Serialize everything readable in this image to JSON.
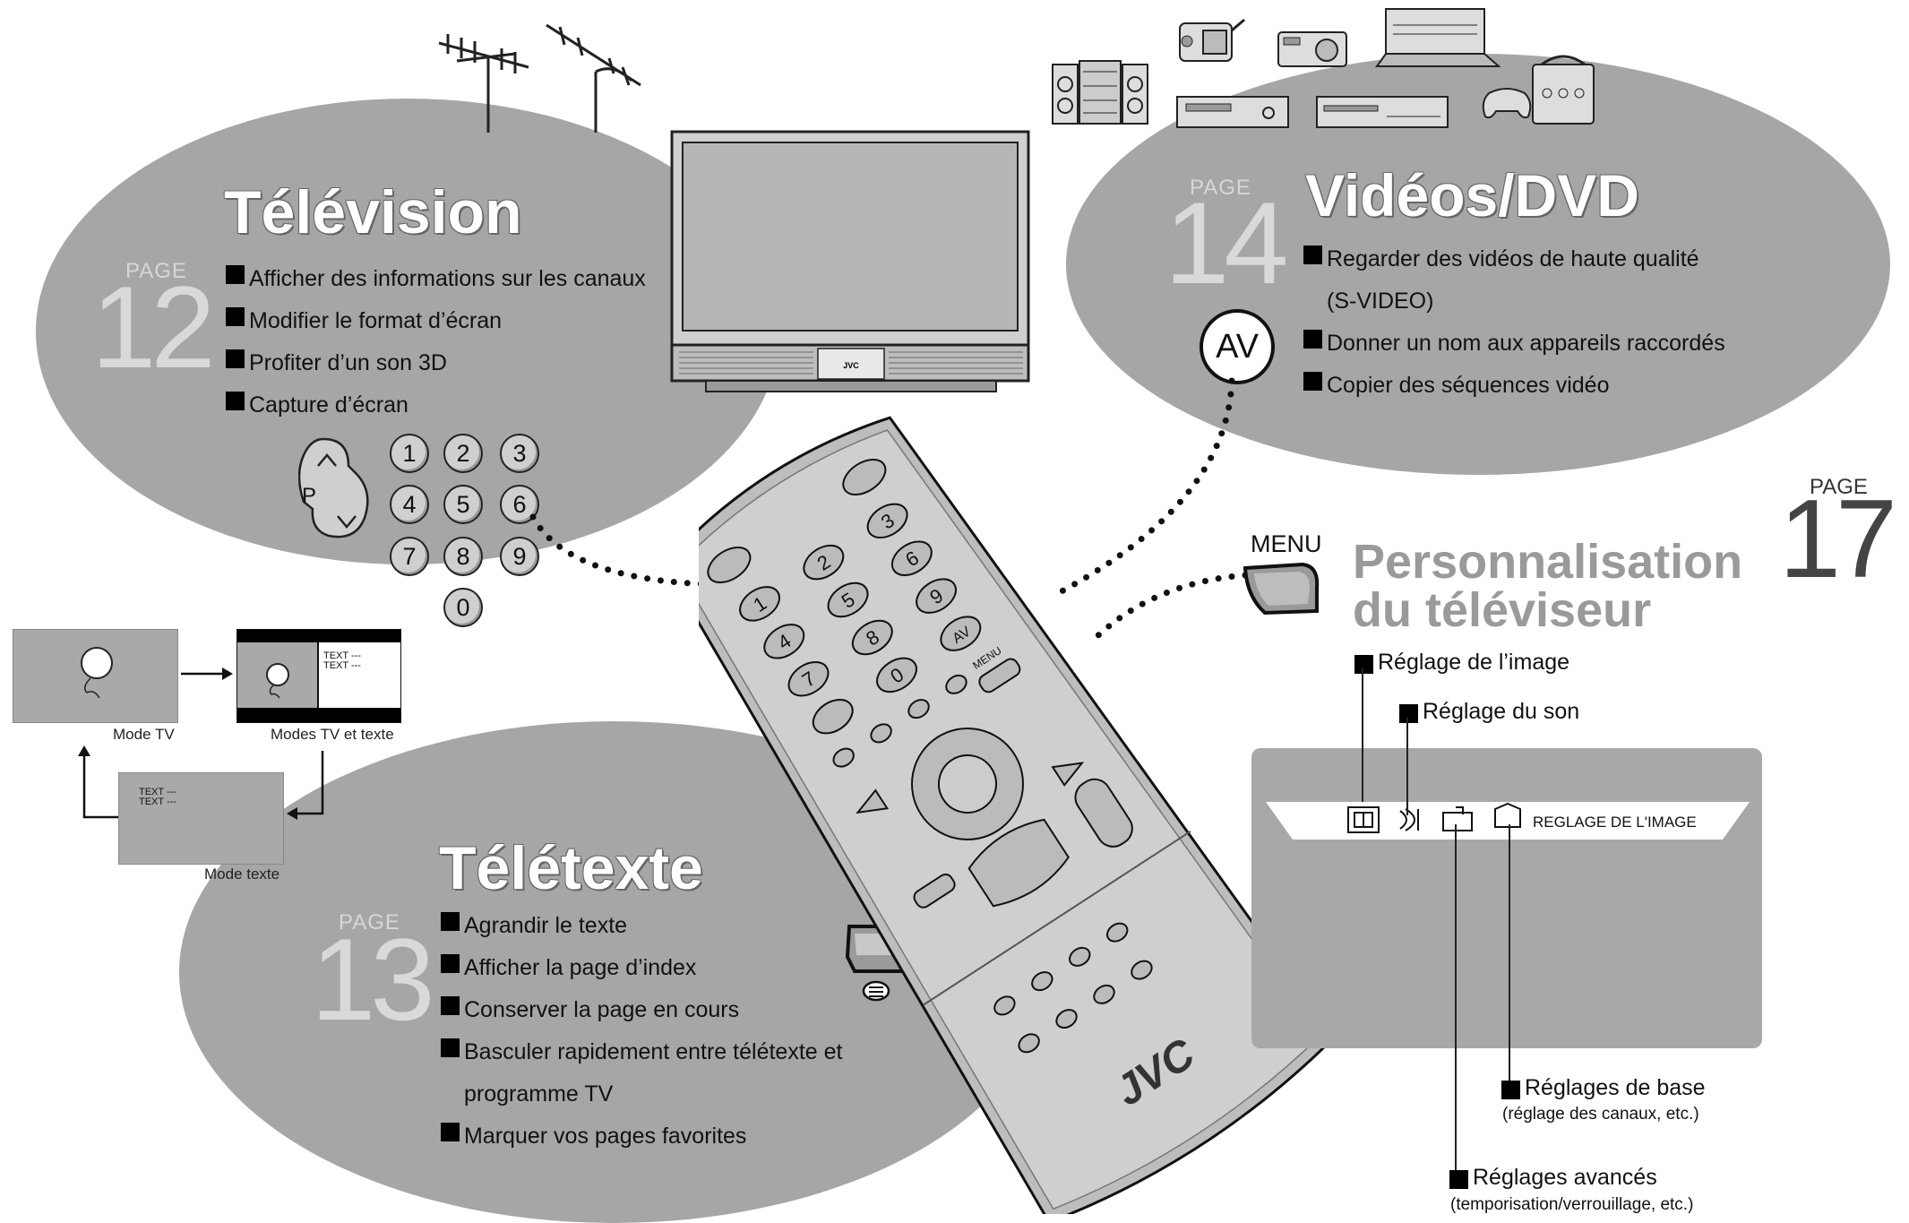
{
  "television": {
    "title": "Télévision",
    "page_label": "PAGE",
    "page_number": "12",
    "items": [
      "Afficher des informations sur les canaux",
      "Modifier le format d’écran",
      "Profiter d’un son 3D",
      "Capture d’écran"
    ],
    "p_label": "P",
    "number_keys": [
      "1",
      "2",
      "3",
      "4",
      "5",
      "6",
      "7",
      "8",
      "9",
      "0"
    ]
  },
  "videos": {
    "title": "Vidéos/DVD",
    "page_label": "PAGE",
    "page_number": "14",
    "items": [
      "Regarder des vidéos de haute qualité",
      "(S-VIDEO)",
      "Donner un nom aux appareils raccordés",
      "Copier des séquences vidéo"
    ],
    "av_label": "AV"
  },
  "teletext": {
    "title": "Télétexte",
    "page_label": "PAGE",
    "page_number": "13",
    "items": [
      "Agrandir le texte",
      "Afficher la page d’index",
      "Conserver la page en cours",
      "Basculer rapidement entre télétexte et",
      "programme TV",
      "Marquer vos pages favorites"
    ]
  },
  "modes": {
    "tv": "Mode TV",
    "tv_text": "Modes TV et texte",
    "text": "Mode texte",
    "text_lines": "TEXT ---\nTEXT ---"
  },
  "personnalisation": {
    "title_line1": "Personnalisation",
    "title_line2": "du téléviseur",
    "page_label": "PAGE",
    "page_number": "17",
    "menu_label": "MENU",
    "image": "Réglage de l’image",
    "son": "Réglage du son",
    "menu_bar_text": "REGLAGE DE L'IMAGE",
    "base": "Réglages de base",
    "base_sub": "(réglage des canaux, etc.)",
    "avances": "Réglages avancés",
    "avances_sub": "(temporisation/verrouillage, etc.)"
  },
  "remote": {
    "brand": "JVC",
    "menu_key": "MENU",
    "av_key": "AV",
    "tv_brand": "JVC",
    "keys": [
      "1",
      "2",
      "3",
      "4",
      "5",
      "6",
      "7",
      "8",
      "9",
      "0"
    ]
  },
  "icons": {
    "antenna": "antenna-icon",
    "tv": "television-icon",
    "devices": [
      "hifi-icon",
      "camcorder-icon",
      "camera-icon",
      "laptop-icon",
      "vcr-icon",
      "dvd-player-icon",
      "game-console-icon",
      "decoder-icon"
    ],
    "teletext_button": "teletext-button-icon",
    "menu_button": "menu-button-icon"
  }
}
